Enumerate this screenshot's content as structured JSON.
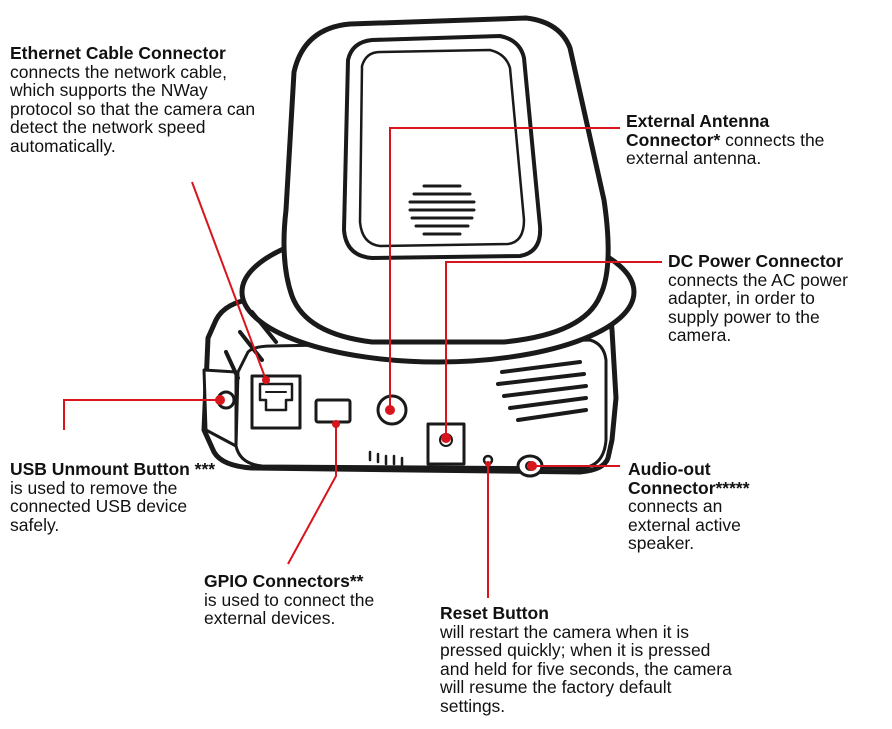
{
  "callouts": {
    "ethernet": {
      "title": "Ethernet Cable Connector",
      "desc": "connects the network cable, which supports the NWay protocol so that the camera can detect the network speed automatically."
    },
    "antenna": {
      "title": "External Antenna Connector*",
      "desc": " connects the external antenna."
    },
    "dc_power": {
      "title": "DC Power Connector",
      "desc": "connects the AC power adapter, in order to supply power to the camera."
    },
    "usb": {
      "title": "USB Unmount Button ***",
      "desc": "is used to remove the connected USB device safely."
    },
    "audio": {
      "title": "Audio-out Connector*****",
      "desc": "connects an external active speaker."
    },
    "gpio": {
      "title": "GPIO Connectors**",
      "desc": "is used to connect the external devices."
    },
    "reset": {
      "title": "Reset Button",
      "desc": "will restart the camera when it is pressed quickly; when it is pressed and held for five seconds, the camera will resume the factory default settings."
    }
  },
  "colors": {
    "leader_line": "#d8141c",
    "outline": "#1a1a1a",
    "body": "#ffffff"
  }
}
